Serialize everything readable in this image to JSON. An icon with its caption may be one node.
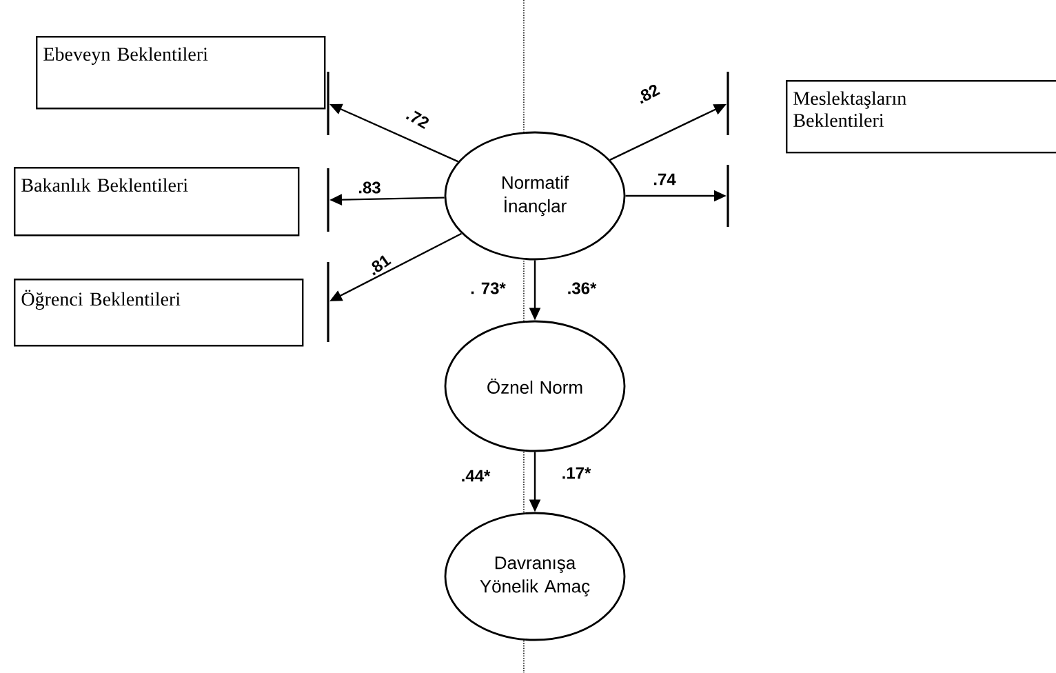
{
  "diagram": {
    "nodes": [
      {
        "text": [
          "Ebeveyn Beklentileri"
        ]
      },
      {
        "text": [
          "Meslektaşların Beklentileri"
        ]
      },
      {
        "text": [
          "Bakanlık Beklentileri"
        ]
      },
      {
        "text": [
          "Öğrenci Beklentileri"
        ]
      },
      {
        "text": [
          "Normatif İnançlar"
        ]
      },
      {
        "text": [
          "Öznel Norm"
        ]
      },
      {
        "text": [
          "Davranışa Yönelik Amaç"
        ]
      },
      {
        "text": [],
        "shape": "bar"
      },
      {
        "text": [],
        "shape": "bar"
      },
      {
        "text": [],
        "shape": "bar"
      },
      {
        "text": [],
        "shape": "bar"
      },
      {
        "text": [],
        "shape": "bar"
      }
    ],
    "edges": [
      {
        "from": 4,
        "to": 7,
        "arrow": "to",
        "label": ".72"
      },
      {
        "from": 4,
        "to": 8,
        "arrow": "to",
        "label": ".82"
      },
      {
        "from": 4,
        "to": 9,
        "arrow": "to",
        "label": ".83"
      },
      {
        "from": 4,
        "to": 10,
        "arrow": "to",
        "label": ".74"
      },
      {
        "from": 4,
        "to": 11,
        "arrow": "to",
        "label": ".81"
      },
      {
        "from": 4,
        "to": 5,
        "arrow": "to",
        "label": ".36*"
      },
      {
        "from": 5,
        "to": 6,
        "arrow": "to",
        "label": ".17*"
      }
    ],
    "labels": [
      ". 73*",
      ".44*"
    ]
  }
}
